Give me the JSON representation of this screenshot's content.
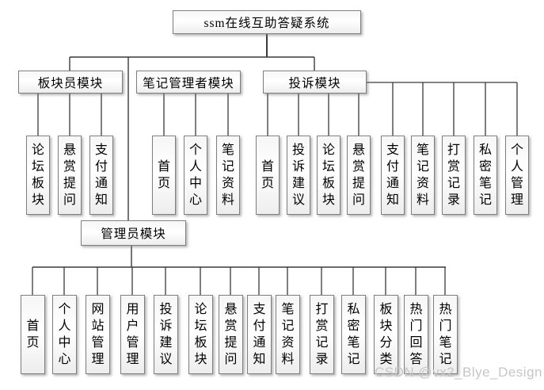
{
  "tree": {
    "root": {
      "label": "ssm在线互助答疑系统"
    },
    "modules": [
      {
        "label": "板块员模块",
        "children": [
          "论坛板块",
          "悬赏提问",
          "支付通知"
        ]
      },
      {
        "label": "笔记管理者模块",
        "children": [
          "首页",
          "个人中心",
          "笔记资料"
        ]
      },
      {
        "label": "投诉模块",
        "children": [
          "首页",
          "投诉建议",
          "论坛板块",
          "悬赏提问",
          "支付通知",
          "笔记资料",
          "打赏记录",
          "私密笔记",
          "个人管理"
        ]
      },
      {
        "label": "管理员模块",
        "children": [
          "首页",
          "个人中心",
          "网站管理",
          "用户管理",
          "投诉建议",
          "论坛板块",
          "悬赏提问",
          "支付通知",
          "笔记资料",
          "打赏记录",
          "私密笔记",
          "板块分类",
          "热门回答",
          "热门笔记"
        ]
      }
    ]
  },
  "watermark": "CSDN @vx2_Blye_Design",
  "colors": {
    "line": "#3a3a3a",
    "box_border": "#7e7e7e",
    "box_fill_top": "#f6f6f6",
    "box_fill_bottom": "#ededed",
    "watermark": "#c6c6c6"
  }
}
